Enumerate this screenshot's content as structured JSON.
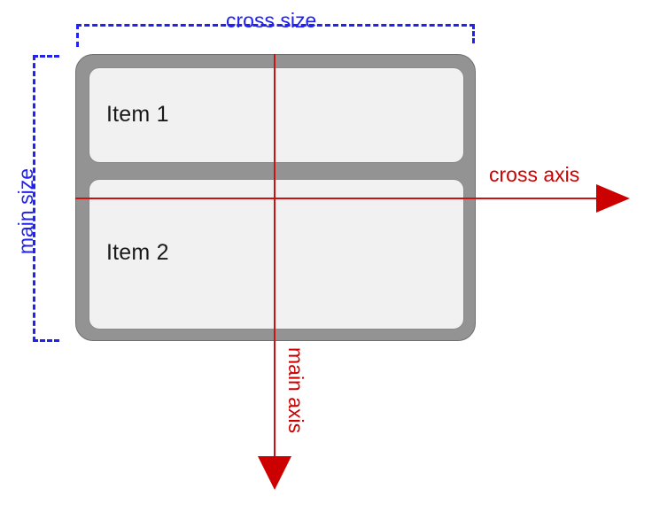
{
  "diagram": {
    "title": "Flexbox main axis / cross axis with column direction",
    "background_color": "#ffffff",
    "container": {
      "name": "flex-container",
      "fill_color": "#939393",
      "border_color": "#6f6f6f",
      "items": [
        {
          "label": "Item 1",
          "fill_color": "#f1f1f1",
          "border_color": "#8a8a8a"
        },
        {
          "label": "Item 2",
          "fill_color": "#f1f1f1",
          "border_color": "#8a8a8a"
        }
      ]
    },
    "axes": {
      "color": "#cc0000",
      "cross_axis_label": "cross axis",
      "main_axis_label": "main axis",
      "cross_axis_direction": "right",
      "main_axis_direction": "down"
    },
    "measurements": {
      "color": "#2222ee",
      "cross_size_label": "cross size",
      "main_size_label": "main size"
    }
  }
}
